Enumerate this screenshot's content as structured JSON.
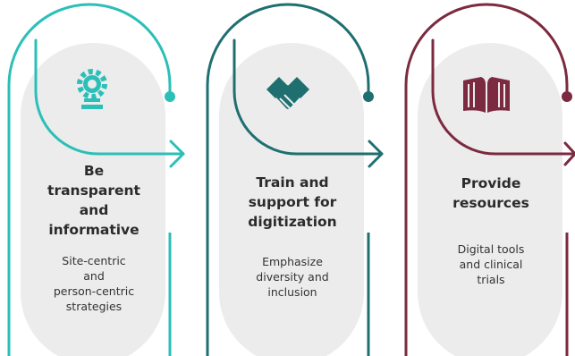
{
  "steps": [
    {
      "title": "Be\ntransparent\nand\ninformative",
      "description": "Site-centric\nand\nperson-centric\nstrategies",
      "icon": "gear-icon",
      "color": "#2bbfb8"
    },
    {
      "title": "Train and\nsupport for\ndigitization",
      "description": "Emphasize\ndiversity and\ninclusion",
      "icon": "handshake-icon",
      "color": "#1f6f70"
    },
    {
      "title": "Provide\nresources",
      "description": "Digital tools\nand clinical\ntrials",
      "icon": "book-icon",
      "color": "#7b2a3f"
    }
  ],
  "colors": {
    "pill_fill": "#ececec",
    "text": "#2b2b2b"
  }
}
